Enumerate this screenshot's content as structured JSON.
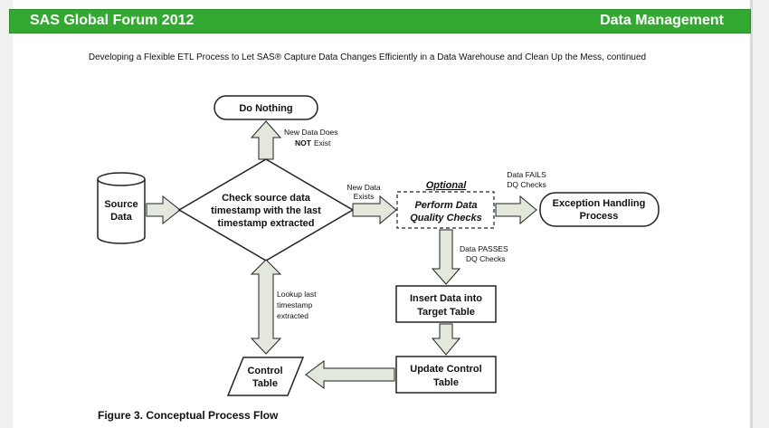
{
  "header": {
    "left_title": "SAS Global Forum 2012",
    "right_title": "Data Management"
  },
  "subtitle": "Developing a Flexible ETL Process to Let SAS® Capture Data Changes Efficiently in a Data Warehouse and Clean Up the Mess, continued",
  "diagram": {
    "do_nothing": "Do Nothing",
    "new_data_does": "New Data Does",
    "not_word": "NOT",
    "exist_word": "Exist",
    "source_line1": "Source",
    "source_line2": "Data",
    "check_line1": "Check source data",
    "check_line2": "timestamp with the last",
    "check_line3": "timestamp extracted",
    "new_data_exists_line1": "New Data",
    "new_data_exists_line2": "Exists",
    "optional": "Optional",
    "perform_line1": "Perform Data",
    "perform_line2": "Quality Checks",
    "fails_line1": "Data FAILS",
    "fails_line2": "DQ Checks",
    "exception_line1": "Exception Handling",
    "exception_line2": "Process",
    "passes_line1": "Data PASSES",
    "passes_line2": "DQ Checks",
    "insert_line1": "Insert Data into",
    "insert_line2": "Target Table",
    "lookup_line1": "Lookup last",
    "lookup_line2": "timestamp",
    "lookup_line3": "extracted",
    "update_line1": "Update Control",
    "update_line2": "Table",
    "control_line1": "Control",
    "control_line2": "Table"
  },
  "caption": "Figure 3. Conceptual Process Flow"
}
